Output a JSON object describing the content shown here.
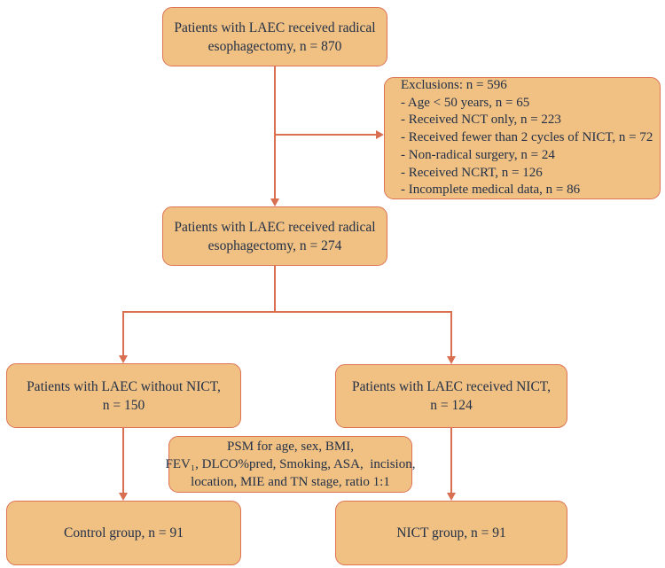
{
  "colors": {
    "background": "#ffffff",
    "box_fill": "#f0c183",
    "box_border": "#dd7354",
    "arrow": "#d96e50",
    "text": "#233047"
  },
  "boxes": {
    "enrolled": {
      "lines": [
        "Patients with LAEC received radical",
        "esophagectomy, n = 870"
      ]
    },
    "exclusions": {
      "lines": [
        "Exclusions: n = 596",
        "- Age < 50 years, n = 65",
        "- Received NCT only, n = 223",
        "- Received fewer than 2 cycles of NICT, n = 72",
        "- Non-radical surgery, n = 24",
        "- Received NCRT, n = 126",
        "- Incomplete medical data, n = 86"
      ]
    },
    "included": {
      "lines": [
        "Patients with LAEC received radical",
        "esophagectomy, n = 274"
      ]
    },
    "without_nict": {
      "lines": [
        "Patients with LAEC without NICT,",
        "n = 150"
      ]
    },
    "received_nict": {
      "lines": [
        "Patients with LAEC received NICT,",
        "n = 124"
      ]
    },
    "psm": {
      "lines": [
        "PSM for age, sex, BMI,",
        "FEV₁, DLCO%pred, Smoking, ASA,  incision,",
        "location, MIE and TN stage, ratio 1:1"
      ]
    },
    "control_group": {
      "lines": [
        "Control group, n = 91"
      ]
    },
    "nict_group": {
      "lines": [
        "NICT group, n = 91"
      ]
    }
  }
}
